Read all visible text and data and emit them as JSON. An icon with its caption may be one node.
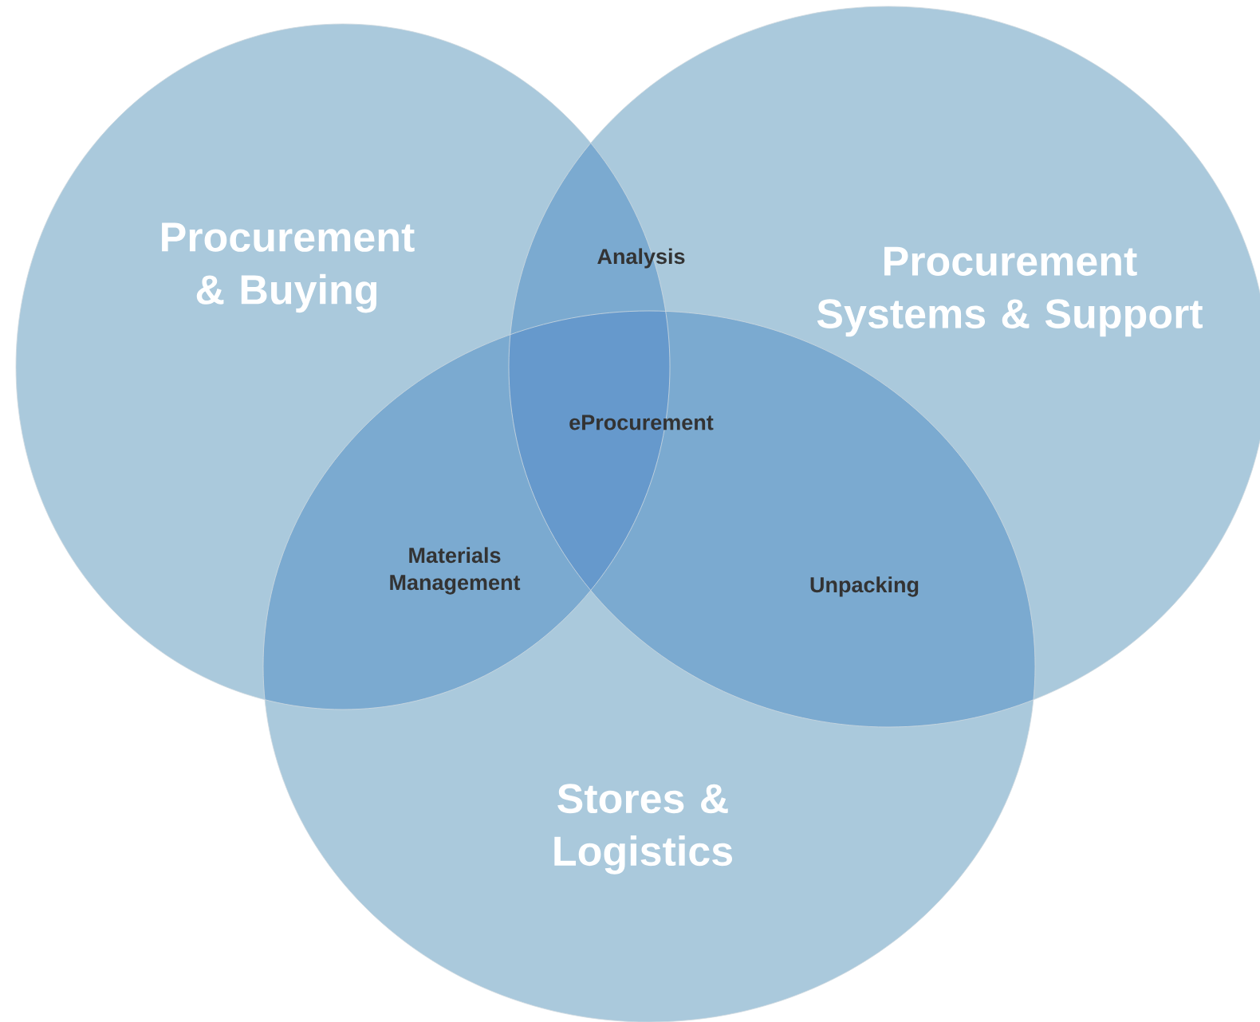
{
  "diagram": {
    "nodes": [
      {
        "text": [
          "Procurement & Buying"
        ]
      },
      {
        "text": [
          "Procurement Systems & Support"
        ]
      },
      {
        "text": [
          "Stores & Logistics"
        ]
      }
    ],
    "labels": [
      "Analysis",
      "eProcurement",
      "Materials Management",
      "Unpacking"
    ]
  }
}
